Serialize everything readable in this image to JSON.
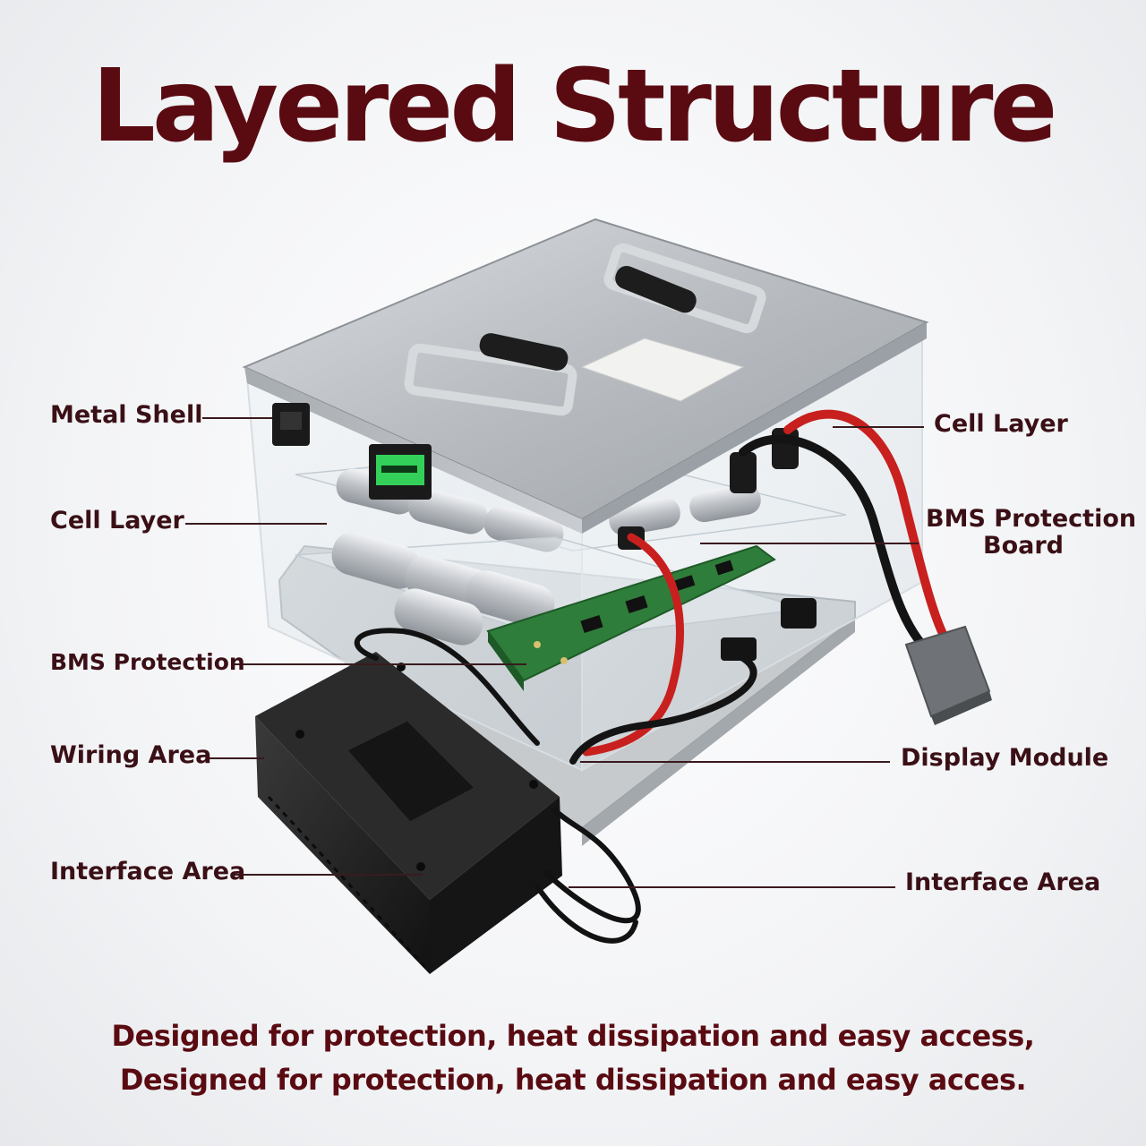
{
  "title": "Layered Structure",
  "labels": {
    "left": {
      "metal_shell": "Metal Shell",
      "cell_layer": "Cell Layer",
      "bms_protection": "BMS Protection",
      "wiring_area": "Wiring Area",
      "interface_area": "Interface Area"
    },
    "right": {
      "cell_layer": "Cell Layer",
      "bms_board_line1": "BMS Protection",
      "bms_board_line2": "Board",
      "display_module": "Display Module",
      "interface_area": "Interface Area"
    }
  },
  "taglines": [
    "Designed for protection, heat dissipation and easy access,",
    "Designed for protection, heat dissipation and easy acces."
  ],
  "colors": {
    "title": "#5a0b12",
    "label_text": "#3a1016",
    "cable_red": "#c8201e",
    "cable_black": "#141414",
    "pcb_green": "#2f7d3a",
    "display_green": "#34d15a"
  }
}
